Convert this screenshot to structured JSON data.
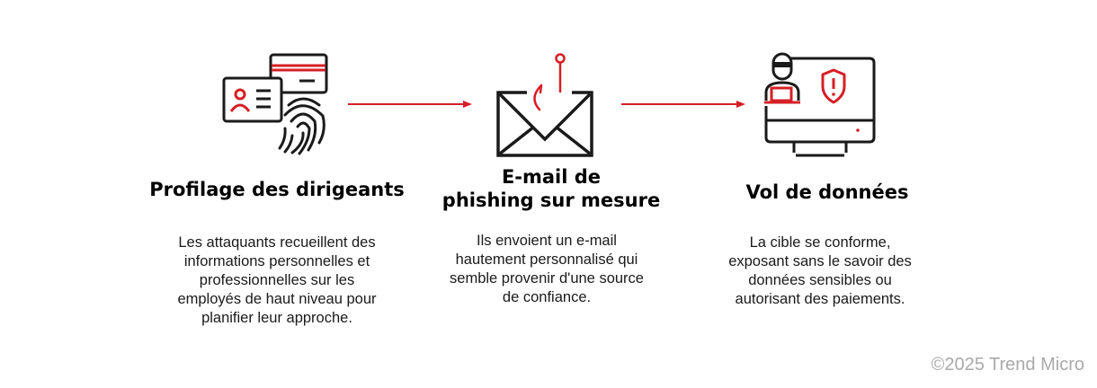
{
  "colors": {
    "accent": "#d61f26",
    "ink": "#1a1a1a"
  },
  "steps": [
    {
      "icon": "id-card-fingerprint-icon",
      "title": "Profilage des dirigeants",
      "description": "Les attaquants recueillent des\ninformations personnelles et\nprofessionnelles sur les\nemployés de haut niveau pour\nplanifier leur approche."
    },
    {
      "icon": "phishing-email-icon",
      "title": "E-mail de\nphishing sur mesure",
      "description": "Ils envoient un e-mail\nhautement personnalisé qui\nsemble provenir d'une source\nde confiance."
    },
    {
      "icon": "data-theft-monitor-icon",
      "title": "Vol de données",
      "description": "La cible se conforme,\nexposant sans le savoir des\ndonnées sensibles ou\nautorisant des paiements."
    }
  ],
  "copyright": "©2025 Trend Micro"
}
